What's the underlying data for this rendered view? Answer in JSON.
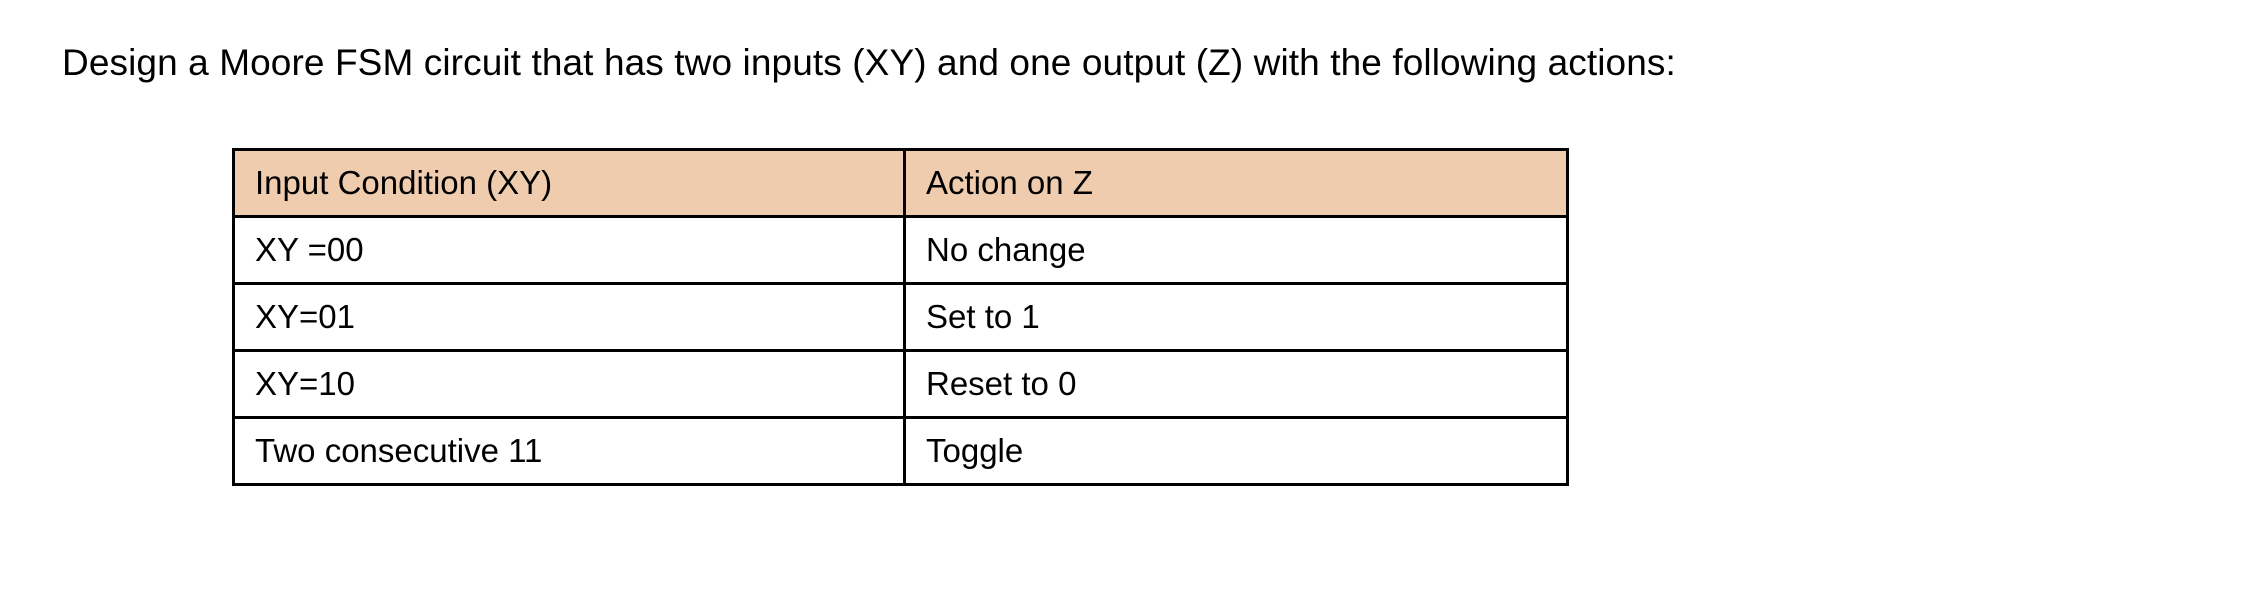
{
  "page": {
    "background_color": "#FFFFFF",
    "text_color": "#000000"
  },
  "prompt": {
    "text": "Design a Moore FSM circuit that has two inputs (XY) and one output (Z) with the following actions:"
  },
  "table": {
    "header_fill_color": "#F0CCAE",
    "border_color": "#000000",
    "columns": [
      "Input Condition (XY)",
      "Action on Z"
    ],
    "rows": [
      {
        "condition": "XY =00",
        "action": "No change"
      },
      {
        "condition": "XY=01",
        "action": "Set to 1"
      },
      {
        "condition": "XY=10",
        "action": "Reset to 0"
      },
      {
        "condition": "Two consecutive 11",
        "action": "Toggle"
      }
    ]
  }
}
